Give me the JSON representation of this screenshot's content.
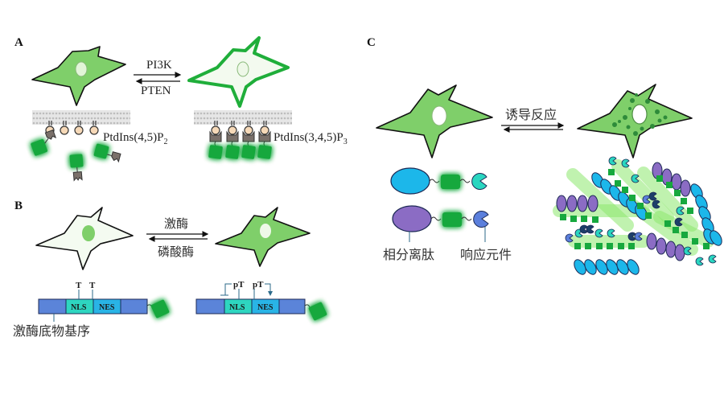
{
  "panels": {
    "A": {
      "label": "A",
      "forward_enzyme": "PI3K",
      "reverse_enzyme": "PTEN",
      "left_lipid": {
        "base": "PtdIns(4,5)P",
        "subscript": "2"
      },
      "right_lipid": {
        "base": "PtdIns(3,4,5)P",
        "subscript": "3"
      }
    },
    "B": {
      "label": "B",
      "forward_enzyme": "激酶",
      "reverse_enzyme": "磷酸酶",
      "segments": [
        "NLS",
        "NES"
      ],
      "site_unphos": "T",
      "site_phos": "pT",
      "substrate_label": "激酶底物基序"
    },
    "C": {
      "label": "C",
      "reaction_label": "诱导反应",
      "phase_peptide_label": "相分离肽",
      "response_element_label": "响应元件"
    }
  },
  "colors": {
    "cell_fill": "#7fcf6a",
    "cell_bright_outline": "#1fae3a",
    "fluor_green": "#17a83e",
    "glow": "#8ee86e",
    "membrane": "#cfcfcf",
    "lipid_head": "#f6d9b8",
    "binding_domain": "#7a706a",
    "substrate_bar": "#5b84d9",
    "nls": "#2ed6c0",
    "nes": "#29b4e6",
    "cyan_oval": "#1cb7ea",
    "purple_oval": "#8b6cc4",
    "teal_pac": "#2ad6c0",
    "blue_pac": "#5b7fdc",
    "dot_dark": "#2e8b3a"
  }
}
